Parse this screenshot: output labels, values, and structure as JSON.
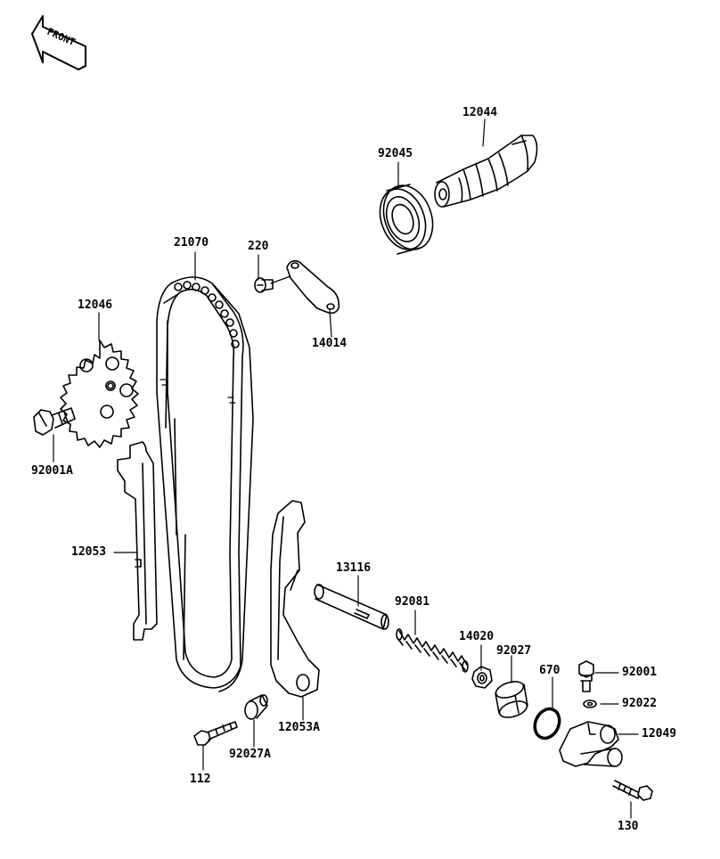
{
  "front_label": "FRONT",
  "parts": [
    {
      "id": "p12044",
      "number": "12044"
    },
    {
      "id": "p92045",
      "number": "92045"
    },
    {
      "id": "p21070",
      "number": "21070"
    },
    {
      "id": "p220",
      "number": "220"
    },
    {
      "id": "p14014",
      "number": "14014"
    },
    {
      "id": "p12046",
      "number": "12046"
    },
    {
      "id": "p92001A",
      "number": "92001A"
    },
    {
      "id": "p12053",
      "number": "12053"
    },
    {
      "id": "p13116",
      "number": "13116"
    },
    {
      "id": "p92081",
      "number": "92081"
    },
    {
      "id": "p14020",
      "number": "14020"
    },
    {
      "id": "p92027",
      "number": "92027"
    },
    {
      "id": "p670",
      "number": "670"
    },
    {
      "id": "p92001",
      "number": "92001"
    },
    {
      "id": "p92022",
      "number": "92022"
    },
    {
      "id": "p12049",
      "number": "12049"
    },
    {
      "id": "p12053A",
      "number": "12053A"
    },
    {
      "id": "p112",
      "number": "112"
    },
    {
      "id": "p92027A",
      "number": "92027A"
    },
    {
      "id": "p130",
      "number": "130"
    }
  ]
}
